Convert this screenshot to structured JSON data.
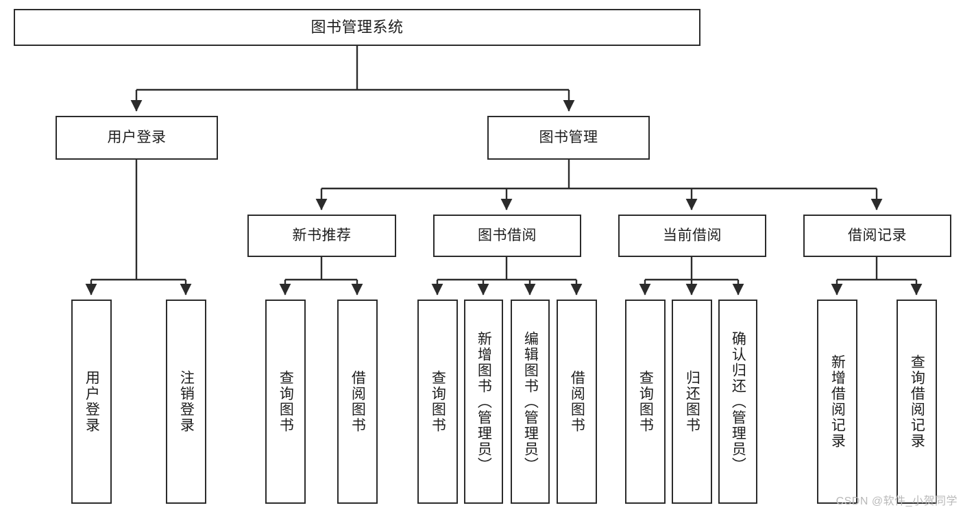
{
  "diagram": {
    "type": "tree",
    "title": "图书管理系统",
    "root": {
      "label": "图书管理系统"
    },
    "level2": [
      {
        "label": "用户登录"
      },
      {
        "label": "图书管理"
      }
    ],
    "level3": [
      {
        "label": "新书推荐"
      },
      {
        "label": "图书借阅"
      },
      {
        "label": "当前借阅"
      },
      {
        "label": "借阅记录"
      }
    ],
    "leaves": {
      "user_login": [
        {
          "label": "用户登录"
        },
        {
          "label": "注销登录"
        }
      ],
      "new_book_recommend": [
        {
          "label": "查询图书"
        },
        {
          "label": "借阅图书"
        }
      ],
      "book_borrow": [
        {
          "label": "查询图书"
        },
        {
          "label": "新增图书（管理员）"
        },
        {
          "label": "编辑图书（管理员）"
        },
        {
          "label": "借阅图书"
        }
      ],
      "current_borrow": [
        {
          "label": "查询图书"
        },
        {
          "label": "归还图书"
        },
        {
          "label": "确认归还（管理员）"
        }
      ],
      "borrow_record": [
        {
          "label": "新增借阅记录"
        },
        {
          "label": "查询借阅记录"
        }
      ]
    }
  },
  "watermark": {
    "text": "CSDN @软件_小贺同学"
  },
  "colors": {
    "box_border": "#2b2b2b",
    "box_fill": "#ffffff",
    "connector": "#2b2b2b",
    "text": "#1d1d1d",
    "watermark": "#b9b9b9",
    "background": "#ffffff"
  }
}
